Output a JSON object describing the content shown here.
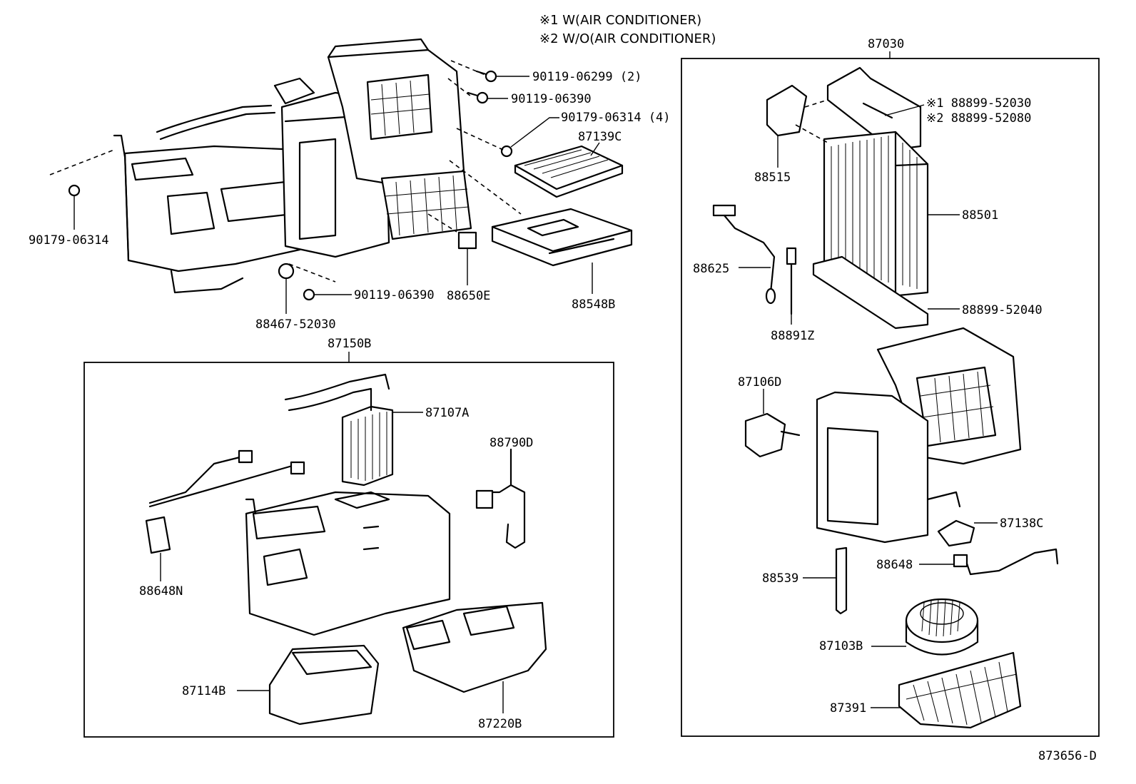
{
  "notes": {
    "note1": "※1 W(AIR CONDITIONER)",
    "note2": "※2 W/O(AIR CONDITIONER)"
  },
  "top_assembly": {
    "labels": {
      "bolt_a": "90119-06299 (2)",
      "bolt_b": "90119-06390",
      "nut_a": "90179-06314 (4)",
      "filter": "87139C",
      "nut_left": "90179-06314",
      "holder": "88467-52030",
      "bolt_c": "90119-06390",
      "resistor": "88650E",
      "filter_case": "88548B"
    }
  },
  "heater_unit": {
    "title": "87150B",
    "labels": {
      "core": "87107A",
      "sensor": "88790D",
      "harness": "88648N",
      "duct_a": "87114B",
      "duct_b": "87220B"
    }
  },
  "cooling_unit": {
    "title": "87030",
    "labels": {
      "case_a": "※1 88899-52030",
      "case_b": "※2 88899-52080",
      "valve": "88515",
      "evaporator": "88501",
      "thermistor": "88625",
      "seal": "88899-52040",
      "sensor": "88891Z",
      "servo": "87106D",
      "resistor": "87138C",
      "wire": "88648",
      "drain": "88539",
      "blower": "87103B",
      "cover": "87391"
    }
  },
  "footer": {
    "code": "873656-D"
  }
}
